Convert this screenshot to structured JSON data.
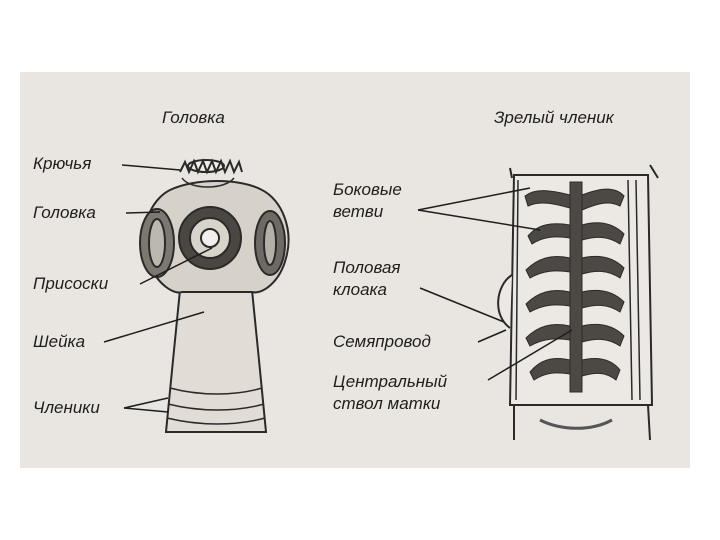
{
  "left_panel": {
    "title": "Головка",
    "labels": {
      "hooks": "Крючья",
      "head": "Головка",
      "suckers": "Присоски",
      "neck": "Шейка",
      "segments": "Членики"
    }
  },
  "right_panel": {
    "title": "Зрелый членик",
    "labels": {
      "lateral_branches_1": "Боковые",
      "lateral_branches_2": "ветви",
      "genital_cloaca_1": "Половая",
      "genital_cloaca_2": "клоака",
      "vas_deferens": "Семяпровод",
      "uterus_stem_1": "Центральный",
      "uterus_stem_2": "ствол матки"
    }
  }
}
